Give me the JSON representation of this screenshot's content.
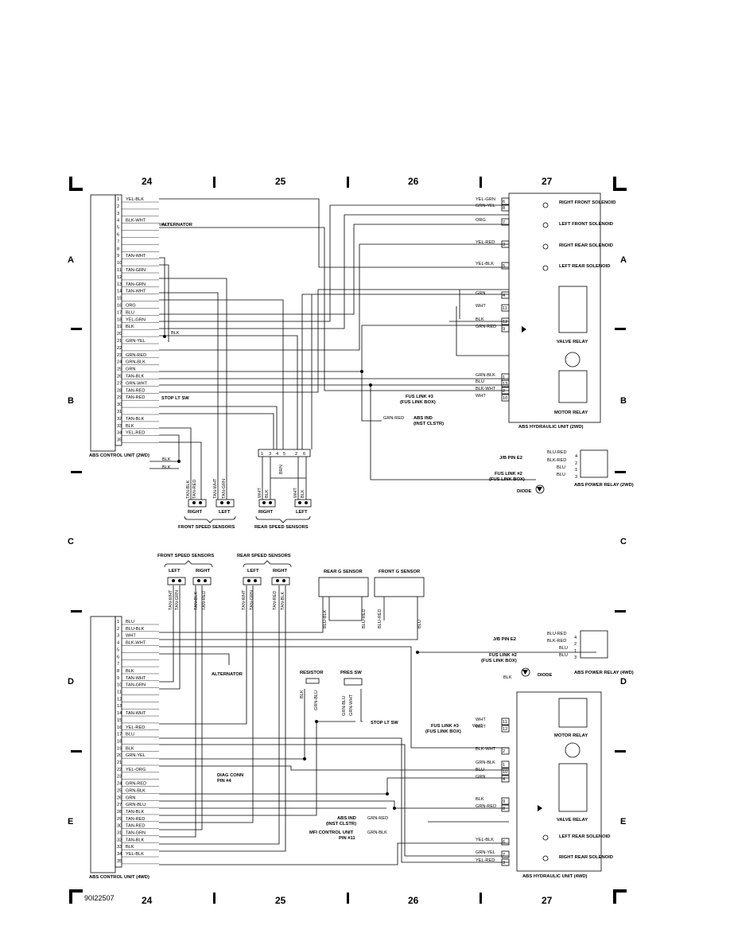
{
  "diagram_id": "90I22507",
  "grid": {
    "columns": [
      "24",
      "25",
      "26",
      "27"
    ],
    "rows": [
      "A",
      "B",
      "C",
      "D",
      "E"
    ]
  },
  "top": {
    "control_unit": "ABS CONTROL UNIT (2WD)",
    "pins": [
      {
        "n": "1",
        "w": "YEL-BLK"
      },
      {
        "n": "2",
        "w": ""
      },
      {
        "n": "3",
        "w": ""
      },
      {
        "n": "4",
        "w": "BLK-WHT"
      },
      {
        "n": "5",
        "w": ""
      },
      {
        "n": "6",
        "w": ""
      },
      {
        "n": "7",
        "w": ""
      },
      {
        "n": "8",
        "w": ""
      },
      {
        "n": "9",
        "w": "TAN-WHT"
      },
      {
        "n": "10",
        "w": ""
      },
      {
        "n": "11",
        "w": "TAN-GRN"
      },
      {
        "n": "12",
        "w": ""
      },
      {
        "n": "13",
        "w": "TAN-GRN"
      },
      {
        "n": "14",
        "w": "TAN-WHT"
      },
      {
        "n": "15",
        "w": ""
      },
      {
        "n": "16",
        "w": "ORG"
      },
      {
        "n": "17",
        "w": "BLU"
      },
      {
        "n": "18",
        "w": "YEL-GRN"
      },
      {
        "n": "19",
        "w": "BLK"
      },
      {
        "n": "20",
        "w": ""
      },
      {
        "n": "21",
        "w": "GRN-YEL"
      },
      {
        "n": "22",
        "w": ""
      },
      {
        "n": "23",
        "w": "GRN-RED"
      },
      {
        "n": "24",
        "w": "GRN-BLK"
      },
      {
        "n": "25",
        "w": "GRN"
      },
      {
        "n": "26",
        "w": "TAN-BLK"
      },
      {
        "n": "27",
        "w": "GRN-WHT"
      },
      {
        "n": "28",
        "w": "TAN-RED"
      },
      {
        "n": "29",
        "w": "TAN-RED"
      },
      {
        "n": "30",
        "w": ""
      },
      {
        "n": "31",
        "w": ""
      },
      {
        "n": "32",
        "w": "TAN-BLK"
      },
      {
        "n": "33",
        "w": "BLK"
      },
      {
        "n": "34",
        "w": "YEL-RED"
      },
      {
        "n": "35",
        "w": ""
      }
    ],
    "extra_labels": {
      "wht": "WHT",
      "blk": "BLK",
      "blk2": "BLK",
      "blk_gnd": "BLK"
    },
    "alternator": "ALTERNATOR",
    "stop_lt_sw": "STOP LT SW",
    "front_speed_sensors": "FRONT SPEED SENSORS",
    "rear_speed_sensors": "REAR SPEED SENSORS",
    "right": "RIGHT",
    "left": "LEFT",
    "sensor_wires": [
      "TAN-BLK",
      "TAN-RED",
      "TAN-WHT",
      "TAN-GRN"
    ],
    "rear_sensor_wires": [
      "WHT",
      "BLK",
      "WHT",
      "BLK"
    ],
    "brn": "BRN",
    "rear_conn_pins": [
      "1",
      "3",
      "4",
      "5",
      "2",
      "6"
    ],
    "hydraulic_unit": "ABS HYDRAULIC UNIT (2WD)",
    "hu_pins": [
      {
        "n": "6",
        "w": "YEL-GRN"
      },
      {
        "n": "8",
        "w": "GRN-YEL"
      },
      {
        "n": "7",
        "w": "ORG"
      },
      {
        "n": "3",
        "w": "YEL-RED"
      },
      {
        "n": "5",
        "w": "YEL-BLK"
      },
      {
        "n": "4",
        "w": "GRN"
      },
      {
        "n": "11",
        "w": "WHT"
      },
      {
        "n": "12",
        "w": "BLK"
      },
      {
        "n": "9",
        "w": "GRN-RED"
      },
      {
        "n": "1",
        "w": "GRN-BLK"
      },
      {
        "n": "13",
        "w": "BLU"
      },
      {
        "n": "2",
        "w": "BLK-WHT"
      },
      {
        "n": "10",
        "w": "WHT"
      }
    ],
    "solenoids": [
      "RIGHT FRONT SOLENOID",
      "LEFT FRONT SOLENOID",
      "RIGHT REAR SOLENOID",
      "LEFT REAR SOLENOID"
    ],
    "valve_relay": "VALVE RELAY",
    "motor_relay": "MOTOR RELAY",
    "fus_link_3": "FUS LINK #3",
    "fus_link_box": "(FUS LINK BOX)",
    "abs_ind": "ABS IND",
    "inst_clstr": "(INST CLSTR)",
    "grn_red": "GRN-RED",
    "power_relay": "ABS POWER RELAY (2WD)",
    "jb_pin": "J/B PIN E2",
    "fus_link_2": "FUS LINK #2",
    "diode": "DIODE",
    "pr_wires": [
      "BLU-RED",
      "BLK-RED",
      "BLU",
      "BLU"
    ],
    "pr_pins": [
      "4",
      "2",
      "1",
      "3"
    ]
  },
  "bottom": {
    "control_unit": "ABS CONTROL UNIT (4WD)",
    "pins": [
      {
        "n": "1",
        "w": "BLU"
      },
      {
        "n": "2",
        "w": "BLU-BLK"
      },
      {
        "n": "3",
        "w": "WHT"
      },
      {
        "n": "4",
        "w": "BLK-WHT"
      },
      {
        "n": "5",
        "w": ""
      },
      {
        "n": "6",
        "w": ""
      },
      {
        "n": "7",
        "w": ""
      },
      {
        "n": "8",
        "w": "BLK"
      },
      {
        "n": "9",
        "w": "TAN-WHT"
      },
      {
        "n": "10",
        "w": "TAN-GRN"
      },
      {
        "n": "11",
        "w": ""
      },
      {
        "n": "12",
        "w": ""
      },
      {
        "n": "13",
        "w": ""
      },
      {
        "n": "14",
        "w": "TAN-WHT"
      },
      {
        "n": "15",
        "w": ""
      },
      {
        "n": "16",
        "w": "YEL-RED"
      },
      {
        "n": "17",
        "w": "BLU"
      },
      {
        "n": "18",
        "w": ""
      },
      {
        "n": "19",
        "w": "BLK"
      },
      {
        "n": "20",
        "w": "GRN-YEL"
      },
      {
        "n": "21",
        "w": ""
      },
      {
        "n": "22",
        "w": "YEL-ORG"
      },
      {
        "n": "23",
        "w": ""
      },
      {
        "n": "24",
        "w": "GRN-RED"
      },
      {
        "n": "25",
        "w": "GRN-BLK"
      },
      {
        "n": "26",
        "w": "GRN"
      },
      {
        "n": "27",
        "w": "GRN-BLU"
      },
      {
        "n": "28",
        "w": "TAN-BLK"
      },
      {
        "n": "29",
        "w": "TAN-RED"
      },
      {
        "n": "30",
        "w": "TAN-RED"
      },
      {
        "n": "31",
        "w": "TAN-GRN"
      },
      {
        "n": "32",
        "w": "TAN-BLK"
      },
      {
        "n": "33",
        "w": "BLK"
      },
      {
        "n": "34",
        "w": "YEL-BLK"
      },
      {
        "n": "35",
        "w": ""
      }
    ],
    "front_speed_sensors": "FRONT SPEED SENSORS",
    "rear_speed_sensors": "REAR SPEED SENSORS",
    "left": "LEFT",
    "right": "RIGHT",
    "front_sensor_wires": [
      "TAN-WHT",
      "TAN-GRN",
      "TAN-BLK",
      "TAN-RED"
    ],
    "rear_sensor_wires": [
      "TAN-WHT",
      "TAN-GRN",
      "TAN-RED",
      "TAN-BLK"
    ],
    "rear_g_sensor": "REAR G SENSOR",
    "front_g_sensor": "FRONT G SENSOR",
    "g_wires": [
      "BLU-BLK",
      "BLU-RED",
      "BLU-RED",
      "BLU"
    ],
    "alternator": "ALTERNATOR",
    "resistor": "RESISTOR",
    "pres_sw": "PRES SW",
    "res_wires": [
      "BLK",
      "GRN-BLU"
    ],
    "pres_wires": [
      "GRN-BLU",
      "GRN-WHT"
    ],
    "stop_lt_sw": "STOP LT SW",
    "diag_conn": "DIAG CONN",
    "diag_pin": "PIN #4",
    "abs_ind": "ABS IND",
    "inst_clstr": "(INST CLSTR)",
    "mfi_unit": "MFI CONTROL UNIT",
    "mfi_pin": "PIN #11",
    "grn_red": "GRN-RED",
    "grn_blk": "GRN-BLK",
    "hydraulic_unit": "ABS HYDRAULIC UNIT (4WD)",
    "hu_pins": [
      {
        "n": "11",
        "w": "WHT"
      },
      {
        "n": "12",
        "w": "WHT"
      },
      {
        "n": "2",
        "w": "BLK-WHT"
      },
      {
        "n": "1",
        "w": "GRN-BLK"
      },
      {
        "n": "10",
        "w": "BLU"
      },
      {
        "n": "4",
        "w": "GRN"
      },
      {
        "n": "9",
        "w": "BLK"
      },
      {
        "n": "8",
        "w": "GRN-RED"
      },
      {
        "n": "6",
        "w": "YEL-BLK"
      },
      {
        "n": "7",
        "w": "GRN-YEL"
      },
      {
        "n": "3",
        "w": "YEL-RED"
      }
    ],
    "fus_link_3": "FUS LINK #3",
    "fus_link_box": "(FUS LINK BOX)",
    "wht": "WHT",
    "motor_relay": "MOTOR RELAY",
    "valve_relay": "VALVE RELAY",
    "solenoids": [
      "LEFT REAR SOLENOID",
      "RIGHT REAR SOLENOID"
    ],
    "power_relay": "ABS POWER RELAY (4WD)",
    "jb_pin": "J/B PIN E2",
    "fus_link_2": "FUS LINK #2",
    "diode": "DIODE",
    "blk": "BLK",
    "pr_wires": [
      "BLU-RED",
      "BLK-RED",
      "BLU",
      "BLU"
    ],
    "pr_pins": [
      "4",
      "2",
      "1",
      "3"
    ]
  }
}
